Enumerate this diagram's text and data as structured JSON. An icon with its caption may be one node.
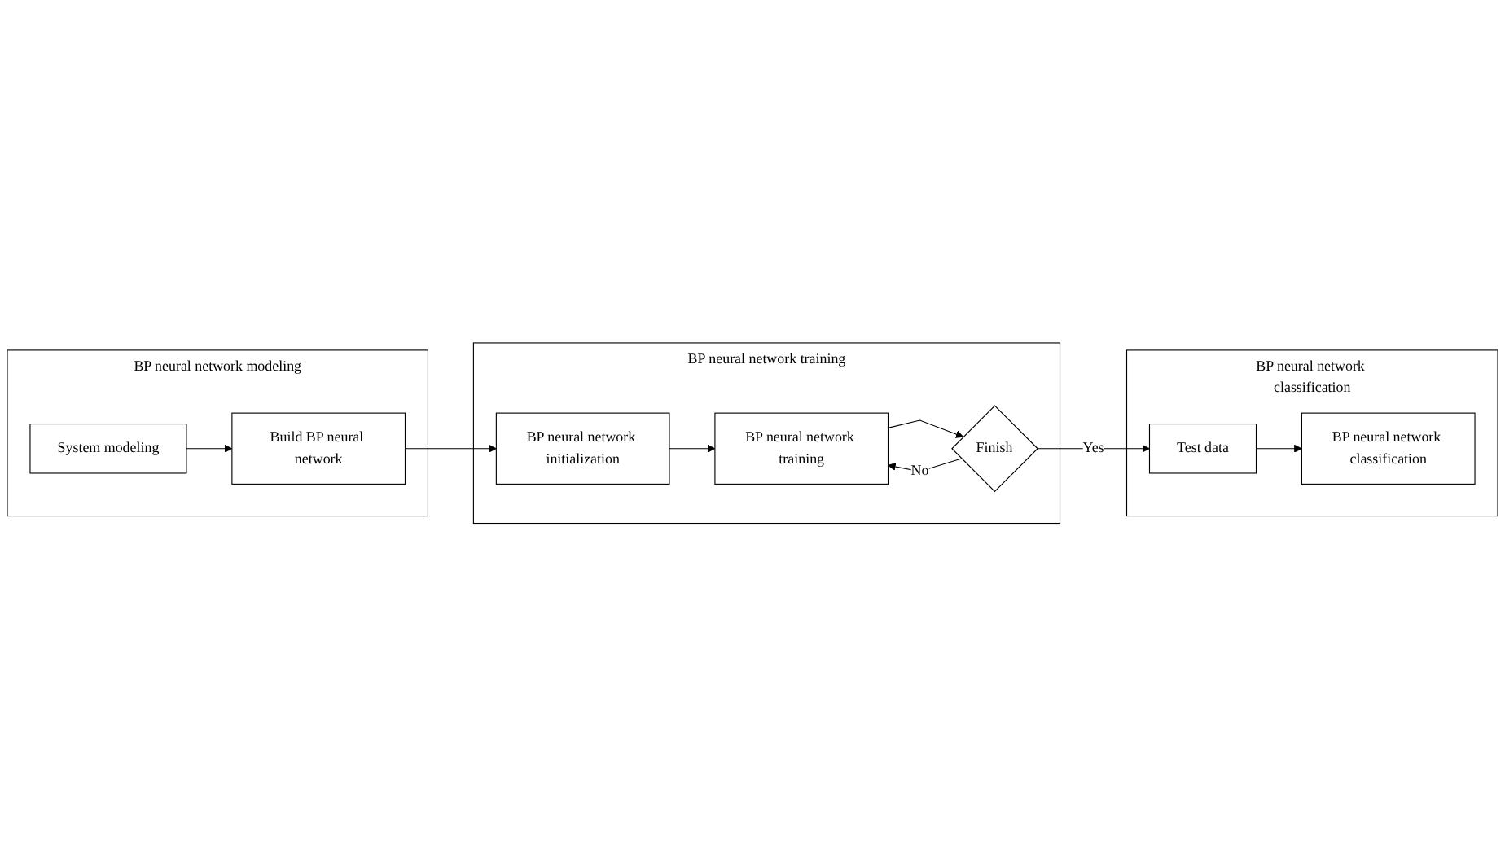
{
  "diagram": {
    "nodes": [
      {
        "text": [
          "BP neural network modeling"
        ]
      },
      {
        "text": [
          "System modeling"
        ],
        "in": 0
      },
      {
        "text": [
          "Build BP neural network"
        ],
        "in": 0
      },
      {
        "text": [
          "BP neural network training"
        ]
      },
      {
        "text": [
          "BP neural network initialization"
        ],
        "in": 3
      },
      {
        "text": [
          "BP neural network training"
        ],
        "in": 3
      },
      {
        "text": [
          "Finish"
        ],
        "in": 3
      },
      {
        "text": [
          "BP neural network classification"
        ]
      },
      {
        "text": [
          "BP neural network classification"
        ],
        "in": 7
      },
      {
        "text": [
          "Test data"
        ],
        "in": 7
      }
    ],
    "edges": [
      {
        "from": 1,
        "to": 2,
        "arrow": "to"
      },
      {
        "from": 2,
        "to": 4,
        "arrow": "to"
      },
      {
        "from": 4,
        "to": 5,
        "arrow": "to"
      },
      {
        "from": 5,
        "to": 6,
        "arrow": "to"
      },
      {
        "from": 6,
        "to": 5,
        "arrow": "to",
        "label": "No"
      },
      {
        "from": 6,
        "to": 9,
        "arrow": "to",
        "label": "Yes"
      },
      {
        "from": 9,
        "to": 8,
        "arrow": "to"
      }
    ]
  }
}
